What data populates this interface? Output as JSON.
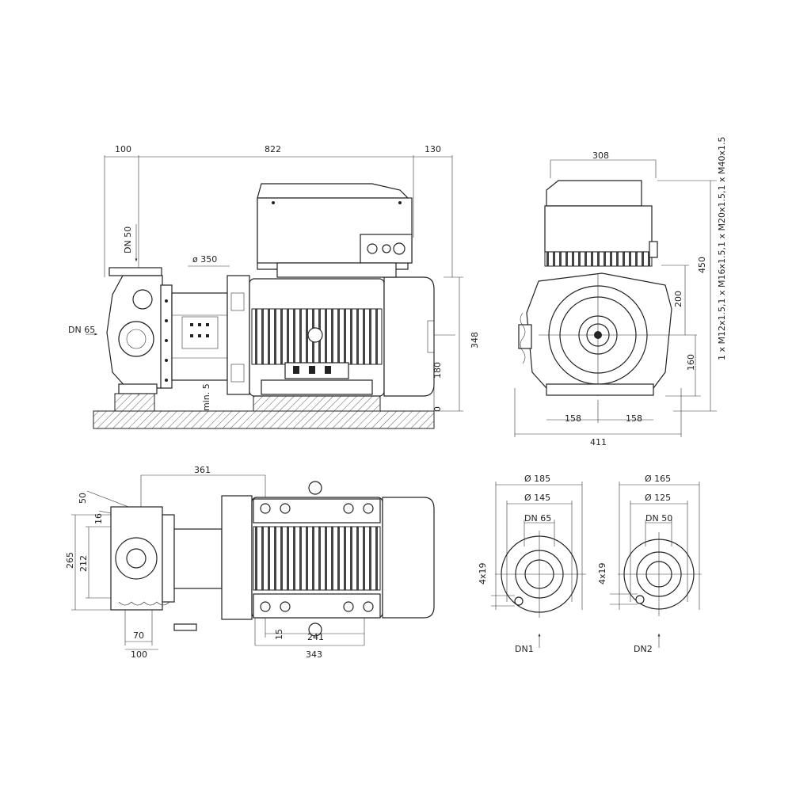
{
  "side_view": {
    "dim_top_left": "100",
    "dim_top_mid": "822",
    "dim_top_right": "130",
    "dn_outlet": "DN 50",
    "dn_inlet": "DN 65",
    "diameter": "ø 350",
    "min_gap": "min. 5",
    "height_total": "348",
    "axis_height": "180",
    "base": "0"
  },
  "end_view": {
    "width_top": "308",
    "width_total": "411",
    "half_left": "158",
    "half_right": "158",
    "height_total": "450",
    "height_upper": "200",
    "height_axis": "160",
    "cable_glands": "1 x M12x1.5,1 x M16x1.5,1 x M20x1.5,1 x M40x1.5"
  },
  "top_view": {
    "dim_top": "361",
    "dim_50": "50",
    "dim_16": "16",
    "dim_265": "265",
    "dim_212": "212",
    "dim_70": "70",
    "dim_100": "100",
    "dim_15": "15",
    "dim_241": "241",
    "dim_343": "343"
  },
  "flange_dn1": {
    "outer": "Ø 185",
    "bolt_circle": "Ø 145",
    "bore": "DN 65",
    "holes": "4x19",
    "name": "DN1"
  },
  "flange_dn2": {
    "outer": "Ø 165",
    "bolt_circle": "Ø 125",
    "bore": "DN 50",
    "holes": "4x19",
    "name": "DN2"
  }
}
